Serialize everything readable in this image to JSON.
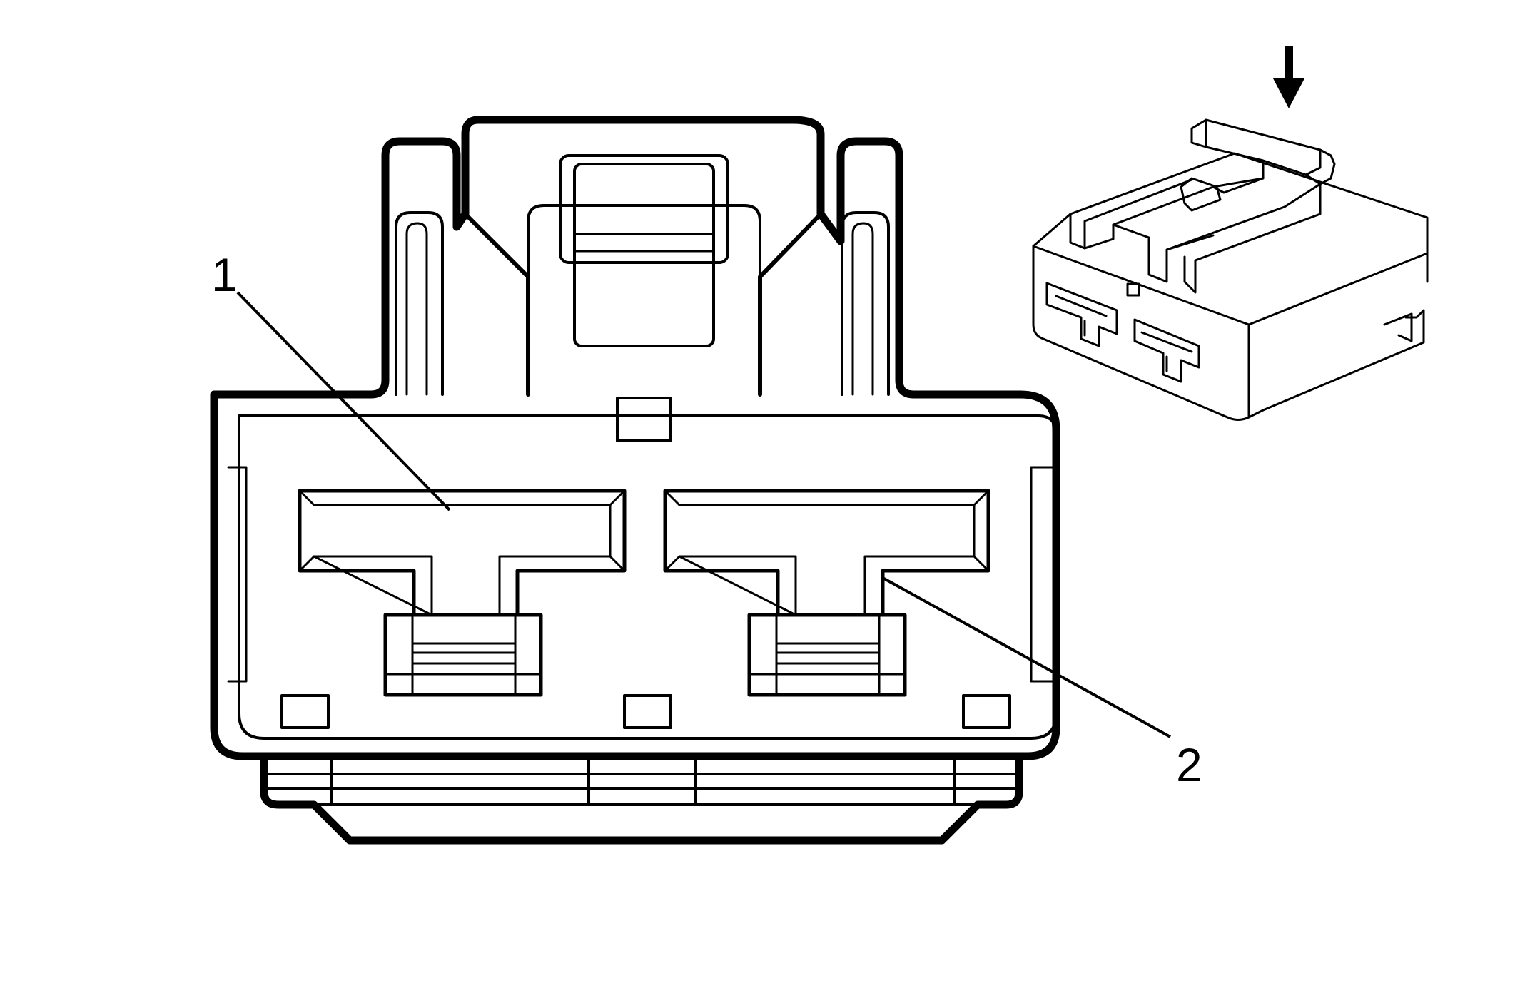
{
  "callouts": [
    {
      "id": "1",
      "label": "1"
    },
    {
      "id": "2",
      "label": "2"
    }
  ],
  "colors": {
    "ink": "#000000",
    "paper": "#ffffff"
  },
  "icons": {
    "view_direction": "arrow-down-icon"
  }
}
